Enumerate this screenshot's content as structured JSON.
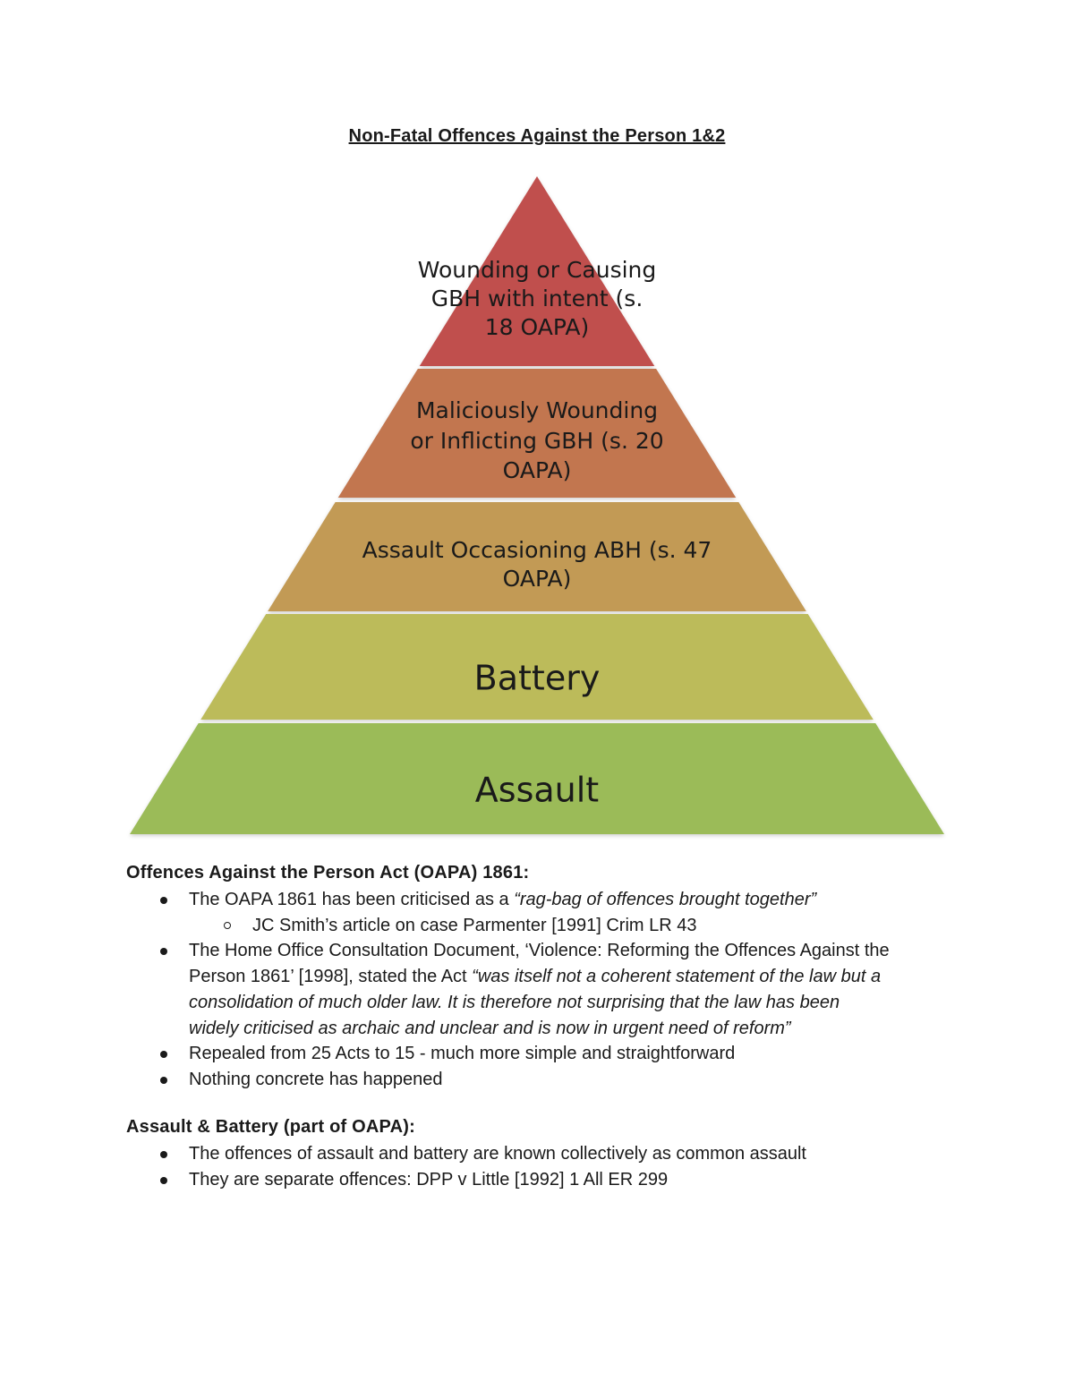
{
  "title": "Non-Fatal Offences Against the Person 1&2",
  "pyramid": {
    "tiers": [
      {
        "lines": [
          "Wounding or Causing",
          "GBH with intent (s.",
          "18 OAPA)"
        ],
        "color": "#c0504d"
      },
      {
        "lines": [
          "Maliciously Wounding",
          "or Inflicting GBH (s. 20",
          "OAPA)"
        ],
        "color": "#c27650"
      },
      {
        "lines": [
          "Assault Occasioning ABH (s. 47",
          "OAPA)"
        ],
        "color": "#c29a55"
      },
      {
        "lines": [
          "Battery"
        ],
        "color": "#bcbb5a"
      },
      {
        "lines": [
          "Assault"
        ],
        "color": "#9bbb59"
      }
    ]
  },
  "section1": {
    "heading": "Offences Against the Person Act (OAPA) 1861:",
    "b1_pre": "The OAPA 1861 has been criticised as a ",
    "b1_quote": "“rag-bag of offences brought together”",
    "b1_sub": "JC Smith’s article on case Parmenter [1991] Crim LR 43",
    "b2_line1": "The Home Office Consultation Document, ‘Violence: Reforming the Offences Against the",
    "b2_line2_pre": "Person 1861’ [1998], stated the Act ",
    "b2_line2_quote": "“was itself not a coherent statement of the law but a",
    "b2_line3": "consolidation of much older law. It is therefore not surprising that the law has been",
    "b2_line4": "widely criticised as archaic and unclear and is now in urgent need of reform”",
    "b3": "Repealed from 25 Acts to 15 - much more simple and straightforward",
    "b4": "Nothing concrete has happened"
  },
  "section2": {
    "heading": "Assault & Battery (part of OAPA):",
    "b1": "The offences of assault and battery are known collectively as common assault",
    "b2": "They are separate offences: DPP v Little [1992] 1 All ER 299"
  }
}
